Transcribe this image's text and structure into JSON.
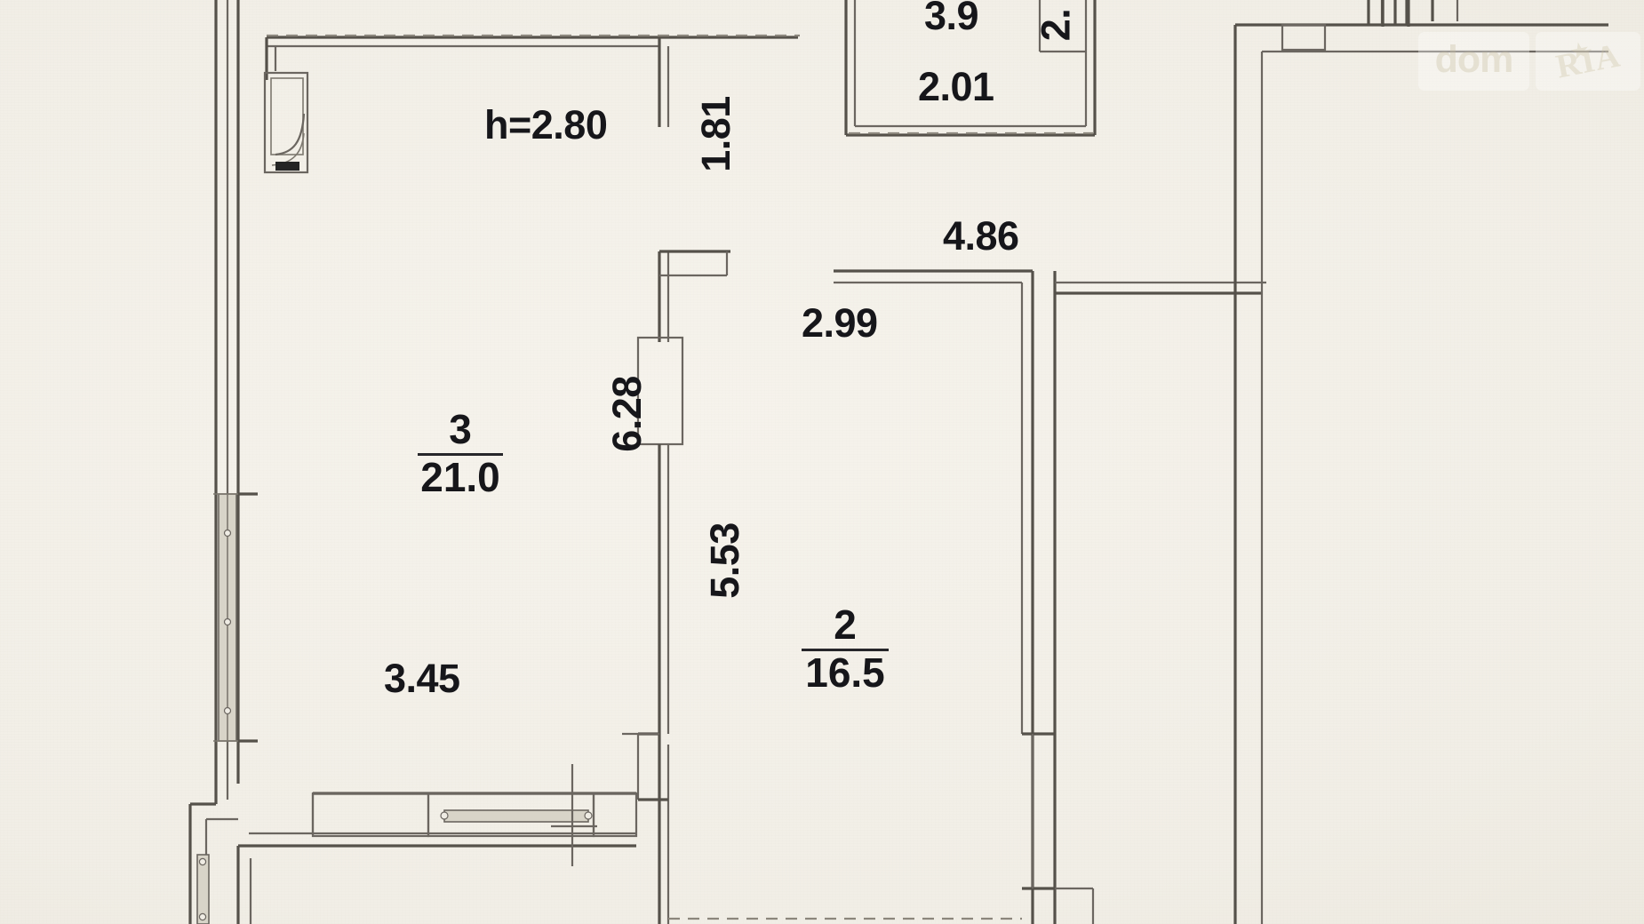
{
  "document": {
    "type": "apartment-floor-plan",
    "ceiling_height_label": "h=2.80"
  },
  "rooms": [
    {
      "id": "room-3",
      "number": "3",
      "area": "21.0"
    },
    {
      "id": "room-2",
      "number": "2",
      "area": "16.5"
    }
  ],
  "dimensions": {
    "ceiling_height": "h=2.80",
    "room3_width_bottom": "3.45",
    "room3_height_right": "6.28",
    "partition_top": "1.81",
    "room2_width_top": "2.99",
    "room2_height_left": "5.53",
    "hall_width_top": "4.86",
    "top_small_a": "3.9",
    "top_small_b": "2.01",
    "top_small_c": "2."
  },
  "watermark": {
    "brand_left": "dom",
    "brand_right": "RIA",
    "star": "★"
  },
  "colors": {
    "paper": "#f1eee6",
    "wall_line": "#5c5850",
    "wall_line_dark": "#3c3934",
    "text": "#16161a",
    "watermark": "#ddd7c4"
  }
}
